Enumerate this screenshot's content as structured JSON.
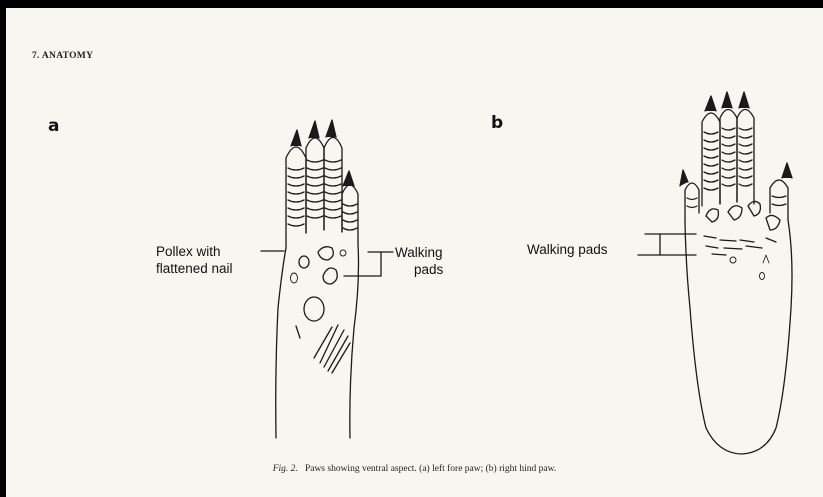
{
  "header": {
    "text": "7.  ANATOMY"
  },
  "panels": {
    "a": {
      "letter": "a",
      "label_pollex": [
        "Pollex with",
        "flattened nail"
      ],
      "label_pads": [
        "Walking",
        "pads"
      ]
    },
    "b": {
      "letter": "b",
      "label_pads": "Walking pads"
    }
  },
  "caption": {
    "fig": "Fig. 2.",
    "text": "Paws showing ventral aspect. (a) left fore paw; (b) right hind paw."
  }
}
